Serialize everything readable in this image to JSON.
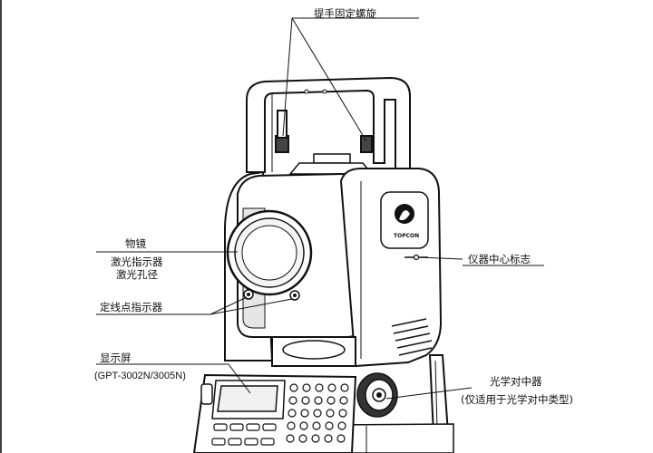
{
  "labels": {
    "handle_screw": "提手固定螺旋",
    "objective": "物镜",
    "laser_indicator": "激光指示器",
    "laser_aperture": "激光孔径",
    "line_point_indicator": "定线点指示器",
    "display": "显示屏",
    "display_models": "(GPT-3002N/3005N)",
    "center_mark": "仪器中心标志",
    "optical_plummet": "光学对中器",
    "optical_plummet_note": "(仅适用于光学对中类型)"
  },
  "logo": {
    "brand": "TOPCON"
  }
}
